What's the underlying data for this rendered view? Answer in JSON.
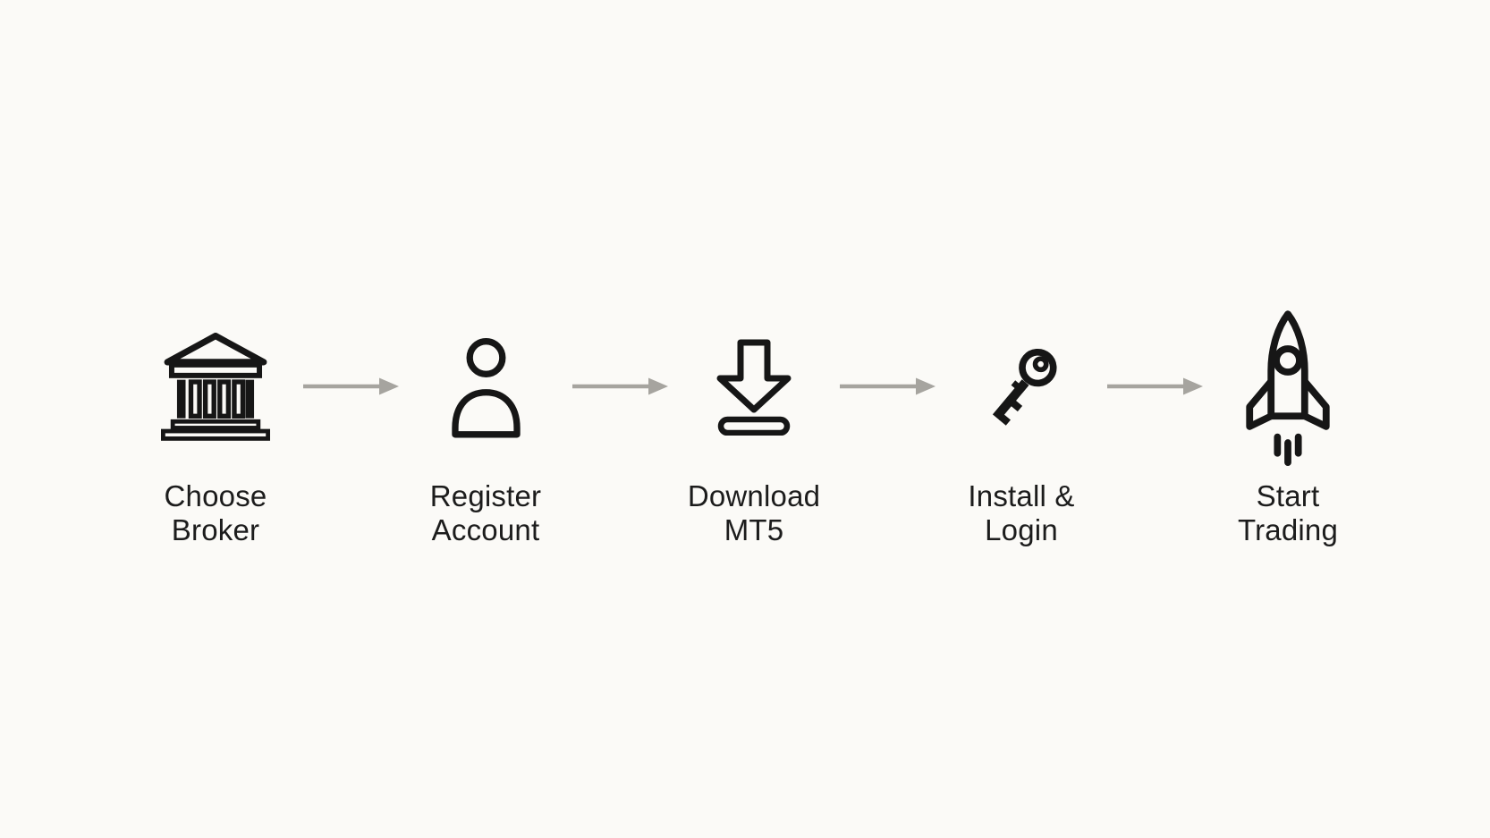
{
  "diagram": {
    "background_color": "#fbfaf7",
    "icon_color": "#161616",
    "text_color": "#1c1c1c",
    "arrow_color": "#a6a49f",
    "connector": "right-arrow",
    "steps": [
      {
        "icon": "bank-icon",
        "label": "Choose Broker",
        "line1": "Choose",
        "line2": "Broker"
      },
      {
        "icon": "user-icon",
        "label": "Register Account",
        "line1": "Register",
        "line2": "Account"
      },
      {
        "icon": "download-arrow-icon",
        "label": "Download MT5",
        "line1": "Download",
        "line2": "MT5"
      },
      {
        "icon": "key-icon",
        "label": "Install & Login",
        "line1": "Install &",
        "line2": "Login"
      },
      {
        "icon": "rocket-icon",
        "label": "Start Trading",
        "line1": "Start",
        "line2": "Trading"
      }
    ]
  }
}
